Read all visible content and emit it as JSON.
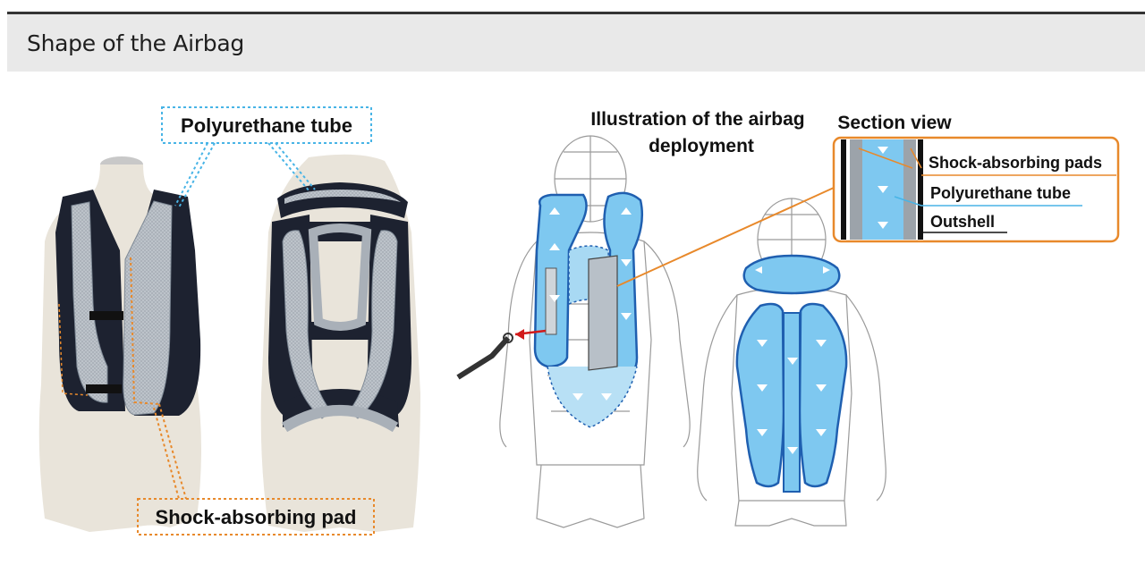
{
  "header": {
    "title": "Shape of the Airbag"
  },
  "left_photo": {
    "label_top": "Polyurethane tube",
    "label_bottom": "Shock-absorbing pad"
  },
  "illustration": {
    "title_line1": "Illustration of the airbag",
    "title_line2": "deployment"
  },
  "section_view": {
    "title": "Section view",
    "labels": [
      "Shock-absorbing pads",
      "Polyurethane tube",
      "Outshell"
    ]
  },
  "colors": {
    "header_bg": "#e9e9e9",
    "tube_blue": "#7ec8f0",
    "tube_outline": "#1f5fb0",
    "pad_orange": "#e8892b",
    "callout_blue": "#48b4e6",
    "vest_black": "#1d2230"
  }
}
